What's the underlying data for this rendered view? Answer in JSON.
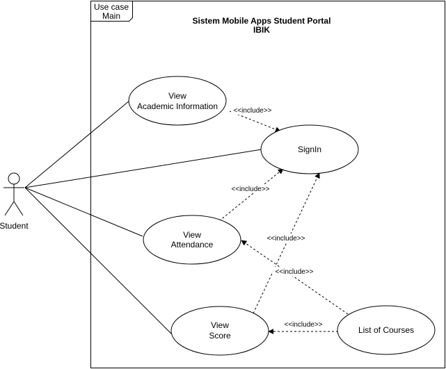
{
  "frame": {
    "tag_lines": [
      "Use case",
      "Main"
    ],
    "title_lines": [
      "Sistem Mobile Apps Student Portal",
      "IBIK"
    ]
  },
  "actor": {
    "label": "Student"
  },
  "use_cases": {
    "view_academic": [
      "View",
      "Academic Information"
    ],
    "signin": [
      "SignIn"
    ],
    "view_attendance": [
      "View",
      "Attendance"
    ],
    "view_score": [
      "View",
      "Score"
    ],
    "list_courses": [
      "List of Courses"
    ]
  },
  "relations": {
    "academic_signin": "<<include>>",
    "attendance_signin": "<<include>>",
    "score_signin": "<<include>>",
    "courses_attendance": "<<include>>",
    "courses_score": "<<include>>"
  },
  "colors": {
    "stroke": "#000000",
    "background": "#ffffff"
  }
}
